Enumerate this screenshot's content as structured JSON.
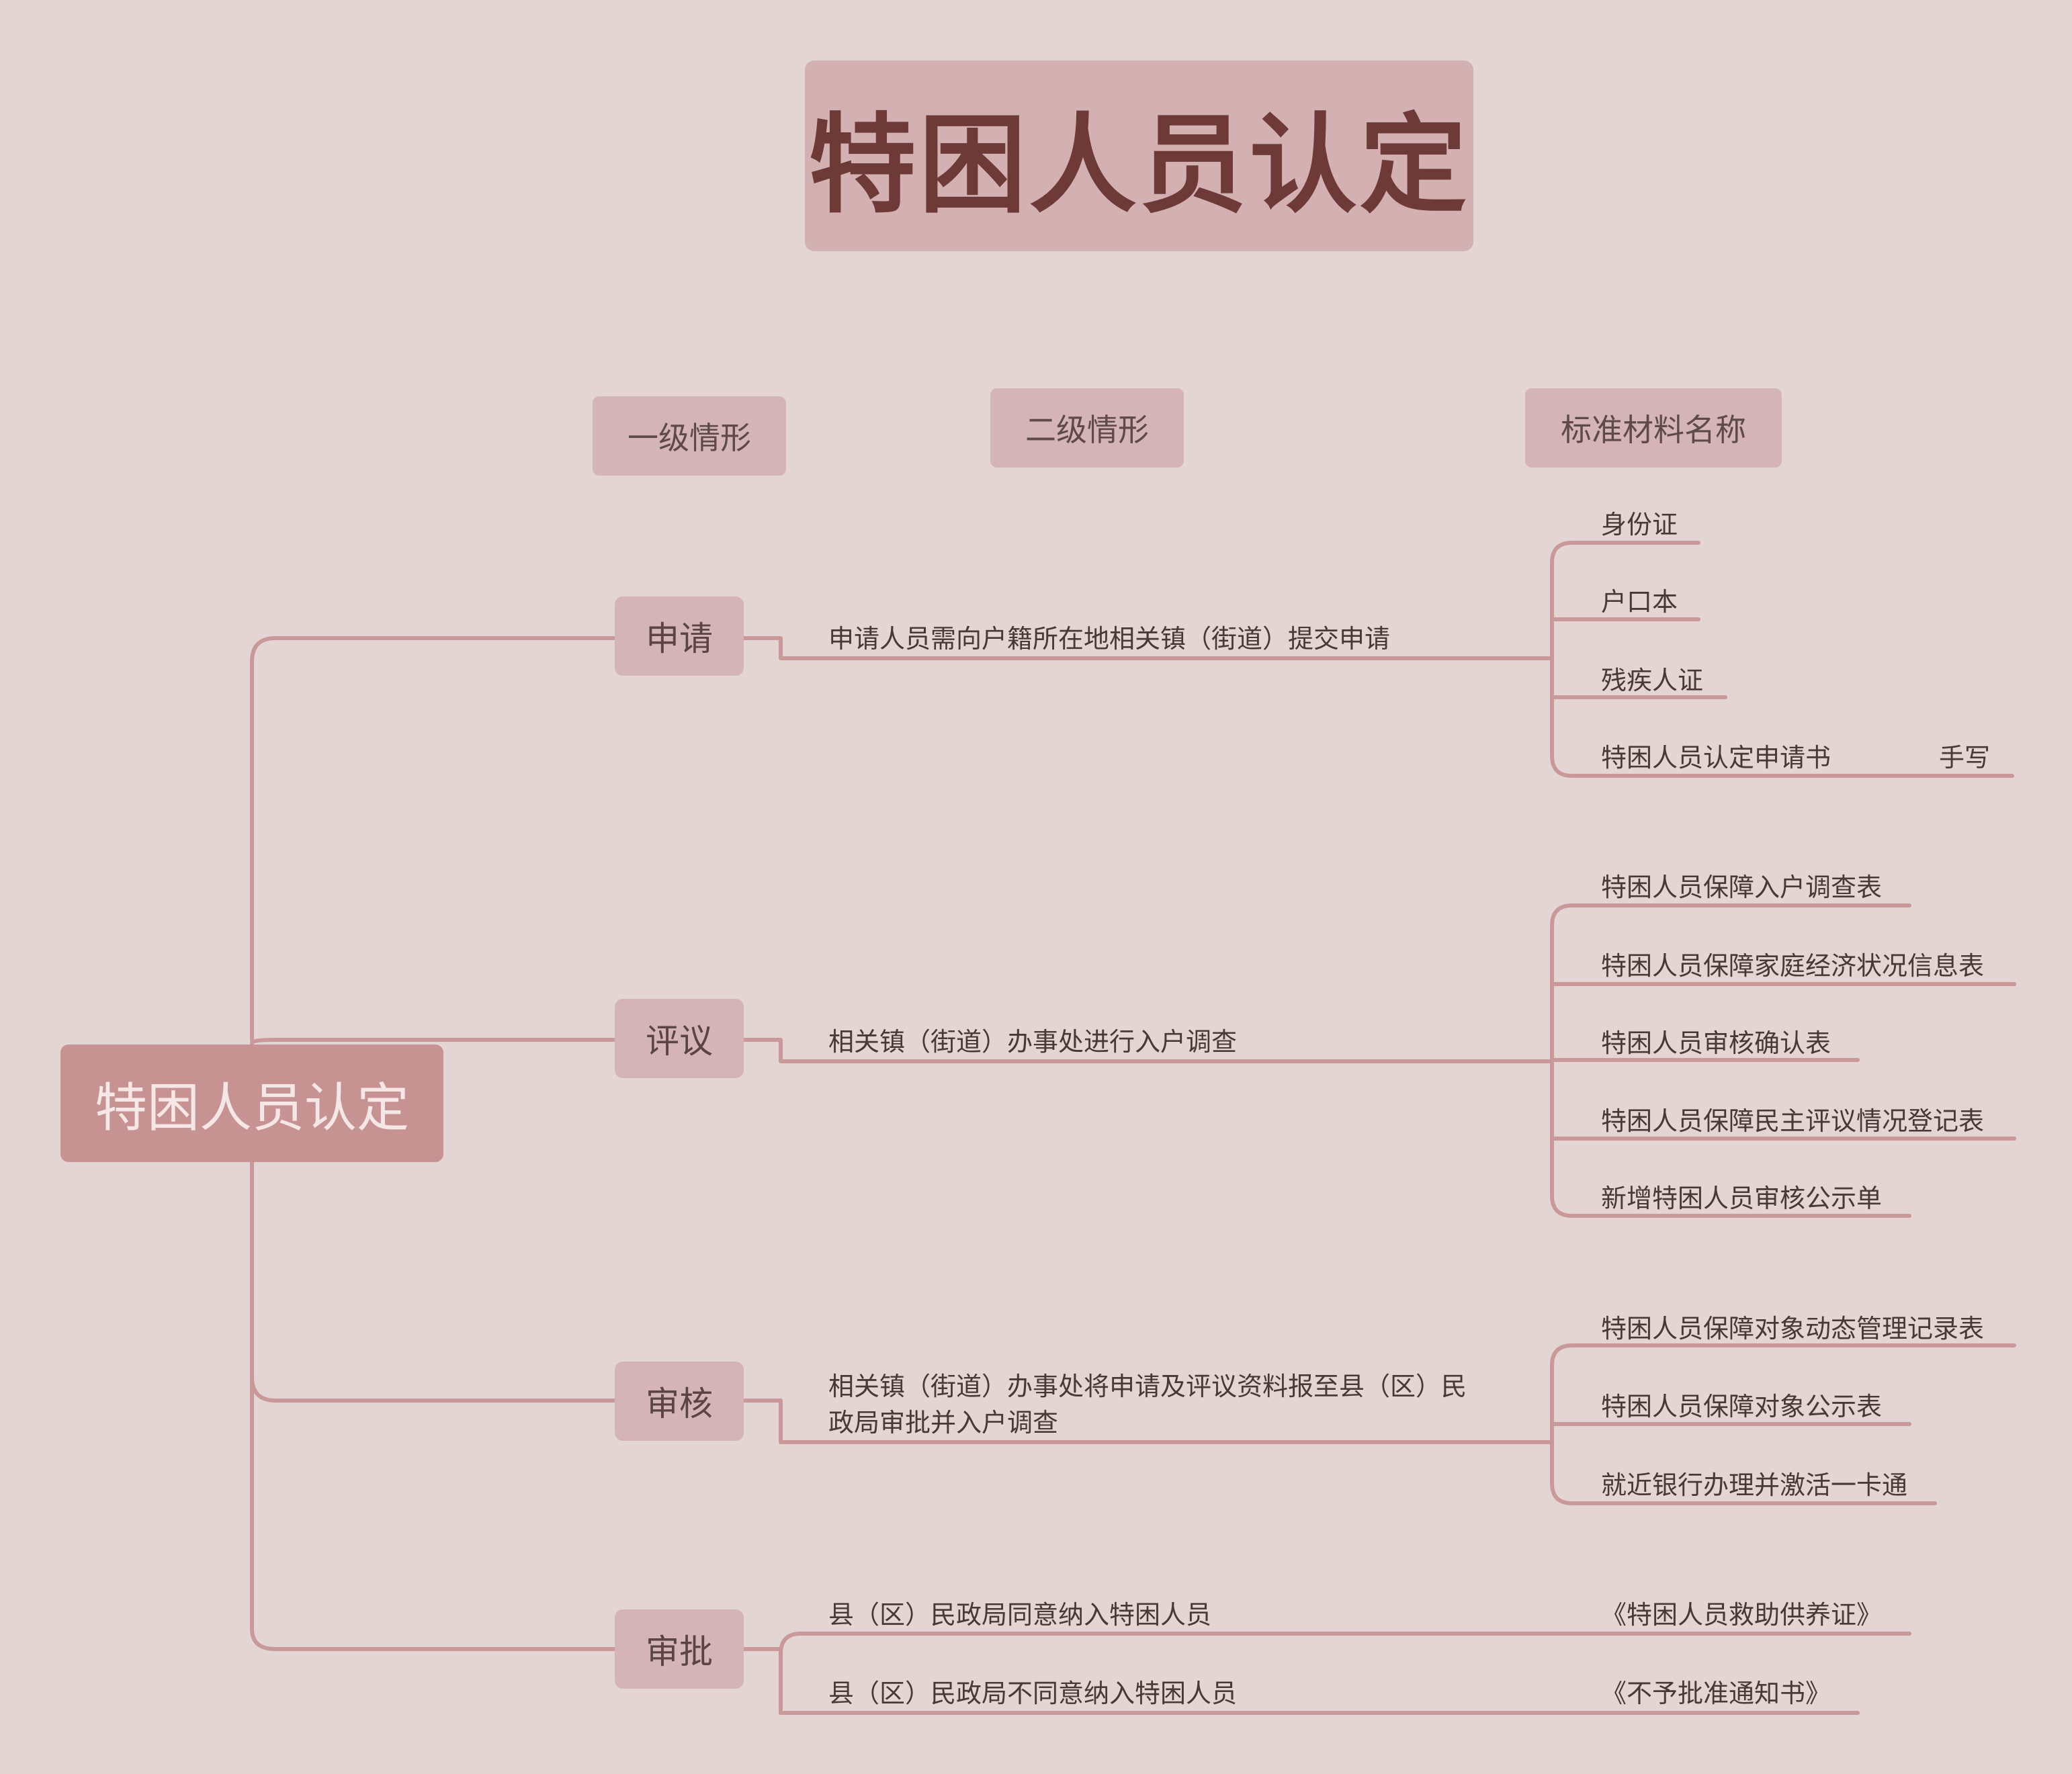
{
  "title": "特困人员认定",
  "headers": {
    "level1": "一级情形",
    "level2": "二级情形",
    "materials": "标准材料名称"
  },
  "root": "特困人员认定",
  "stages": [
    {
      "label": "申请",
      "description": [
        "申请人员需向户籍所在地相关镇（街道）提交申请"
      ],
      "materials": [
        "身份证",
        "户口本",
        "残疾人证",
        "特困人员认定申请书"
      ],
      "note": "手写"
    },
    {
      "label": "评议",
      "description": [
        "相关镇（街道）办事处进行入户调查"
      ],
      "materials": [
        "特困人员保障入户调查表",
        "特困人员保障家庭经济状况信息表",
        "特困人员审核确认表",
        "特困人员保障民主评议情况登记表",
        "新增特困人员审核公示单"
      ]
    },
    {
      "label": "审核",
      "description": [
        "相关镇（街道）办事处将申请及评议资料报至县（区）民",
        "政局审批并入户调查"
      ],
      "materials": [
        "特困人员保障对象动态管理记录表",
        "特困人员保障对象公示表",
        "就近银行办理并激活一卡通"
      ]
    },
    {
      "label": "审批",
      "outcomes": [
        {
          "text": "县（区）民政局同意纳入特困人员",
          "doc": "《特困人员救助供养证》"
        },
        {
          "text": "县（区）民政局不同意纳入特困人员",
          "doc": "《不予批准通知书》"
        }
      ]
    }
  ],
  "colors": {
    "background": "#e3d5d3",
    "line": "#c9999a",
    "title_box": "#d3b1b3",
    "title_text": "#6e3a38",
    "root_box": "#c79392",
    "node_box": "#d4b4b7"
  }
}
